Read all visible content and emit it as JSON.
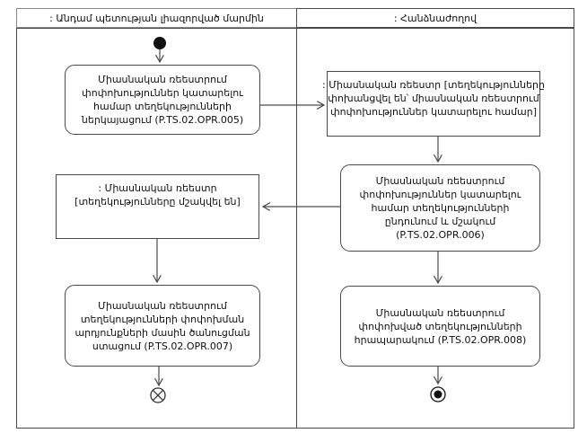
{
  "lanes": {
    "left": ": Անդամ պետության լիազորված մարմին",
    "right": ": Հանձնաժողով"
  },
  "nodes": {
    "submit_info": {
      "type": "action",
      "lines": [
        "Միասնական ռեեստրում",
        "փոփոխություններ կատարելու",
        "համար տեղեկությունների",
        "ներկայացում (P.TS.02.OPR.005)"
      ]
    },
    "registry_transferred": {
      "type": "object",
      "lines": [
        ": Միասնական ռեեստր [տեղեկությունները",
        "փոխանցվել են՝ միասնական ռեեստրում",
        "փոփոխություններ կատարելու համար]"
      ]
    },
    "receive_process": {
      "type": "action",
      "lines": [
        "Միասնական ռեեստրում",
        "փոփոխություններ կատարելու",
        "համար տեղեկությունների",
        "ընդունում և մշակում",
        "(P.TS.02.OPR.006)"
      ]
    },
    "registry_processed": {
      "type": "object",
      "lines": [
        ": Միասնական ռեեստր",
        "[տեղեկությունները մշակվել են]"
      ]
    },
    "receive_notification": {
      "type": "action",
      "lines": [
        "Միասնական ռեեստրում",
        "տեղեկությունների փոփոխման",
        "արդյունքների մասին ծանուցման",
        "ստացում (P.TS.02.OPR.007)"
      ]
    },
    "publish_changed": {
      "type": "action",
      "lines": [
        "Միասնական ռեեստրում",
        "փոփոխված տեղեկությունների",
        "հրապարակում (P.TS.02.OPR.008)"
      ]
    }
  },
  "symbols": {
    "start_node": "initial-node",
    "flow_final": "flow-final-node",
    "activity_final": "activity-final-node"
  },
  "colors": {
    "line": "#4a4a4a",
    "text": "#111111",
    "background": "#ffffff"
  }
}
